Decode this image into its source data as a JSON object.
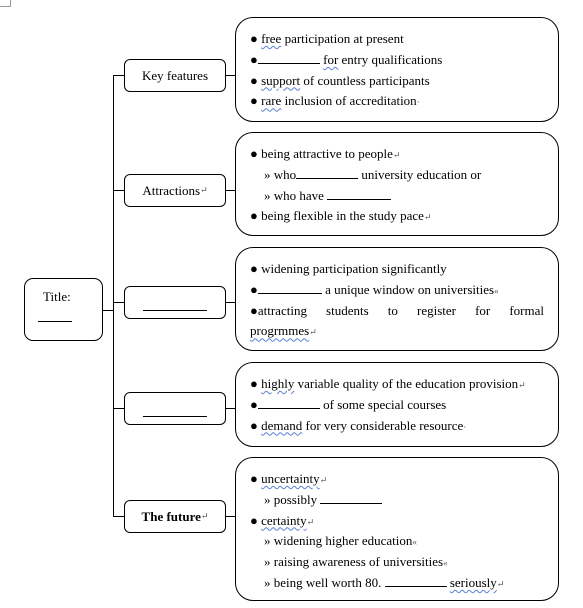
{
  "title_box": {
    "label": "Title:"
  },
  "branches": [
    {
      "label": "Key features",
      "mark": ""
    },
    {
      "label": "Attractions",
      "mark": "↵"
    },
    {
      "label": "",
      "mark": ""
    },
    {
      "label": "",
      "mark": ""
    },
    {
      "label": "The future",
      "mark": "↵"
    }
  ],
  "boxes": {
    "key_features": {
      "l1a": "free",
      "l1b": " participation at present",
      "l2a": "for",
      "l2b": " entry qualifications",
      "l3a": "support",
      "l3b": " of countless participants",
      "l4a": "rare",
      "l4b": " inclusion of accreditation",
      "mark": "·"
    },
    "attractions": {
      "l1": "being attractive to people",
      "l2a": "who",
      "l2b": " university education or",
      "l3": "who have",
      "l4": "being flexible in the study pace",
      "mark": "↵"
    },
    "box3": {
      "l1": "widening participation significantly",
      "l2": " a unique window on universities",
      "l3_words": [
        "attracting",
        "students",
        "to",
        "register",
        "for",
        "formal"
      ],
      "l4": "progrmmes",
      "mark": "↵",
      "mark2": "«"
    },
    "box4": {
      "l1a": "highly",
      "l1b": " variable quality of the education provision",
      "l2": " of some special courses",
      "l3a": "demand",
      "l3b": " for very considerable resource",
      "mark": "↵",
      "mark2": "·"
    },
    "future": {
      "l1": "uncertainty",
      "l2": "possibly",
      "l3": "certainty",
      "l4": "widening higher education",
      "l5": "raising awareness of universities",
      "l6a": "being well worth 80.",
      "l6b": "seriously",
      "mark": "↵",
      "mark2": "«"
    }
  },
  "symbols": {
    "bullet": "●",
    "sub": "»"
  }
}
